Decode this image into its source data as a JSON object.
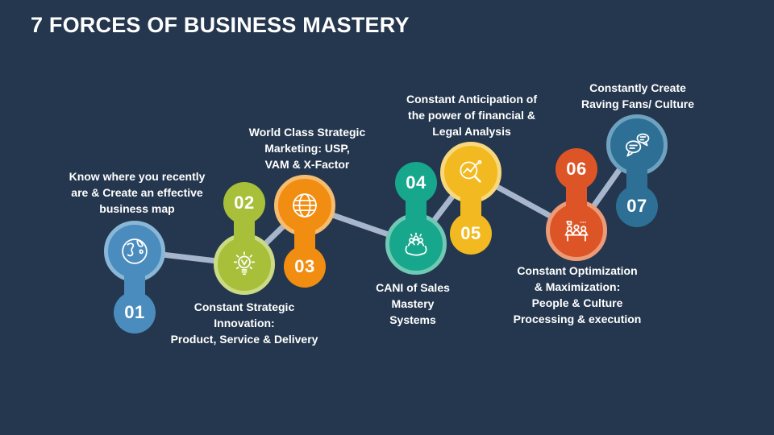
{
  "slide": {
    "title": "7 FORCES OF BUSINESS MASTERY",
    "background_color": "#25374e",
    "title_color": "#ffffff",
    "connector_color": "#a7b6cc"
  },
  "nodes": [
    {
      "number": "01",
      "label": "Know where you recently\nare & Create an effective\nbusiness map",
      "icon": "globe-earth-icon",
      "fill_color": "#4a8cbe",
      "ring_color": "#8ab7d8"
    },
    {
      "number": "02",
      "label": "Constant Strategic\nInnovation:\nProduct, Service & Delivery",
      "icon": "lightbulb-icon",
      "fill_color": "#a8bf3a",
      "ring_color": "#cada85"
    },
    {
      "number": "03",
      "label": "World Class Strategic\nMarketing: USP,\nVAM & X-Factor",
      "icon": "wireframe-globe-icon",
      "fill_color": "#f18d10",
      "ring_color": "#f6bc70"
    },
    {
      "number": "04",
      "label": "CANI of Sales\nMastery\nSystems",
      "icon": "hands-holding-team-icon",
      "fill_color": "#17a78c",
      "ring_color": "#70c8b5"
    },
    {
      "number": "05",
      "label": "Constant Anticipation of\nthe power of financial &\nLegal Analysis",
      "icon": "magnifier-chart-icon",
      "fill_color": "#f2ba20",
      "ring_color": "#f7d87d"
    },
    {
      "number": "06",
      "label": "Constant Optimization\n& Maximization:\nPeople & Culture\nProcessing & execution",
      "icon": "team-meeting-icon",
      "fill_color": "#dd5526",
      "ring_color": "#ec9b79"
    },
    {
      "number": "07",
      "label": "Constantly Create\nRaving Fans/ Culture",
      "icon": "chat-bubbles-icon",
      "fill_color": "#2e7095",
      "ring_color": "#6fa2c0"
    }
  ]
}
